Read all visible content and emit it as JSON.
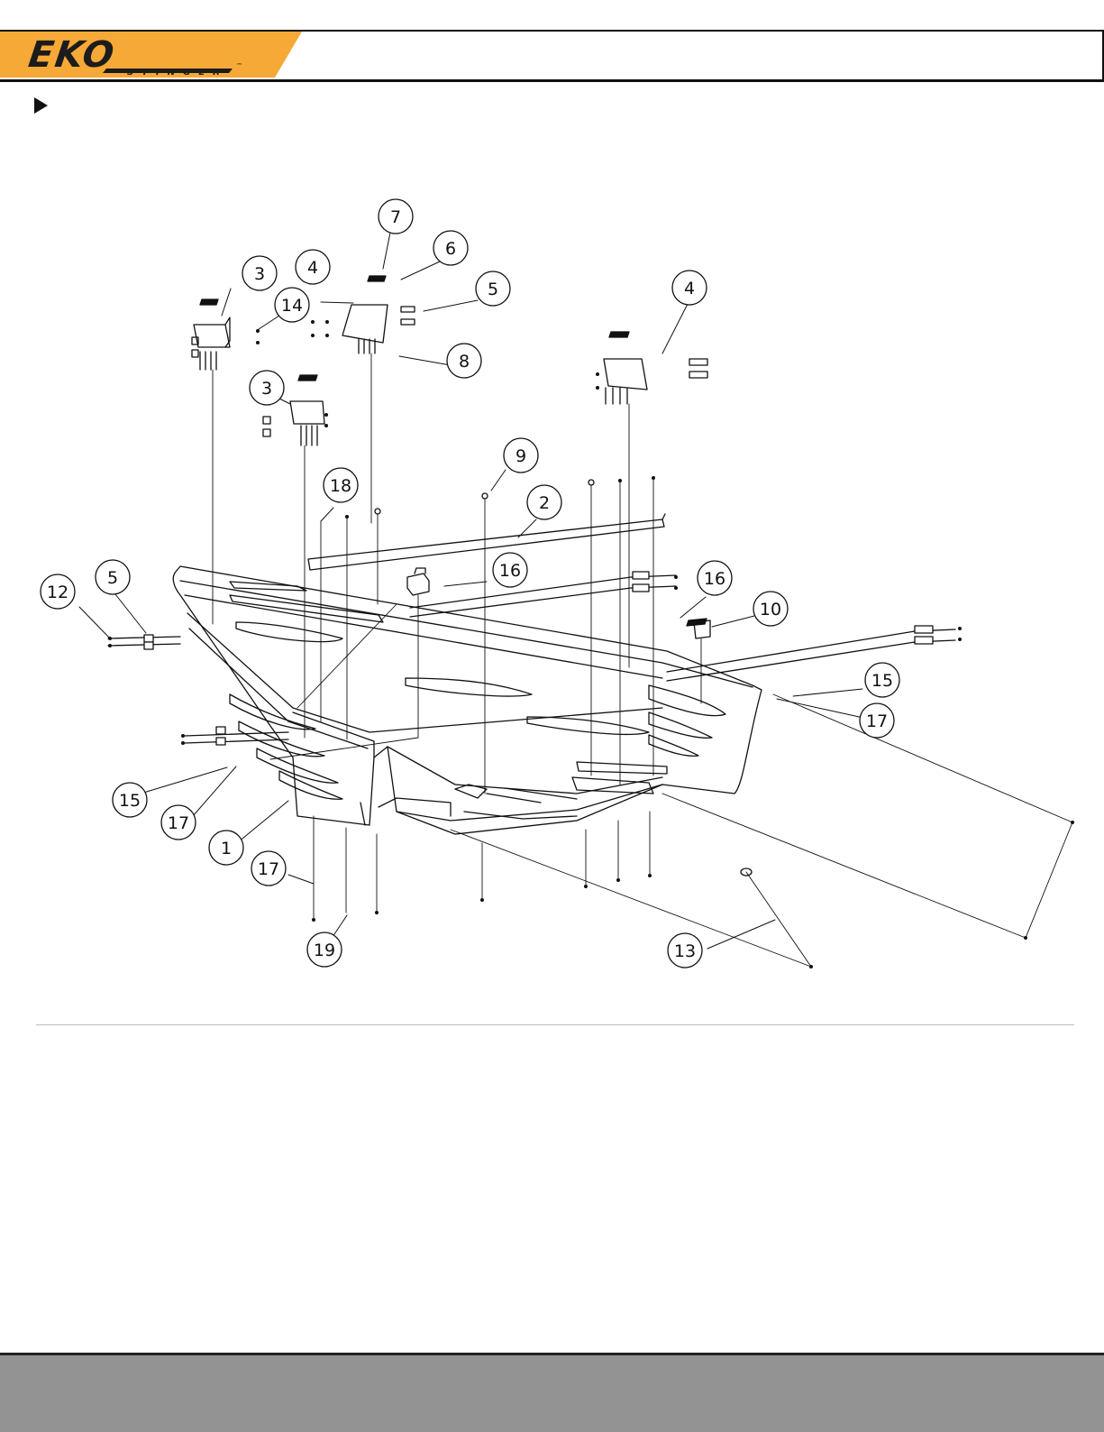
{
  "brand": {
    "logo_text": "EKO",
    "logo_subtext": "STINGER",
    "trademark": "™",
    "accent_color": "#f6a936",
    "logo_color": "#1c1c1c"
  },
  "header": {
    "title": ""
  },
  "section": {
    "marker_icon": "triangle-right-icon"
  },
  "diagram": {
    "callouts": [
      "1",
      "2",
      "3",
      "3",
      "4",
      "4",
      "5",
      "5",
      "6",
      "7",
      "8",
      "9",
      "10",
      "12",
      "13",
      "14",
      "15",
      "15",
      "16",
      "16",
      "17",
      "17",
      "17",
      "18",
      "19"
    ],
    "line_color": "#111111"
  },
  "footer": {
    "color": "#939393"
  }
}
